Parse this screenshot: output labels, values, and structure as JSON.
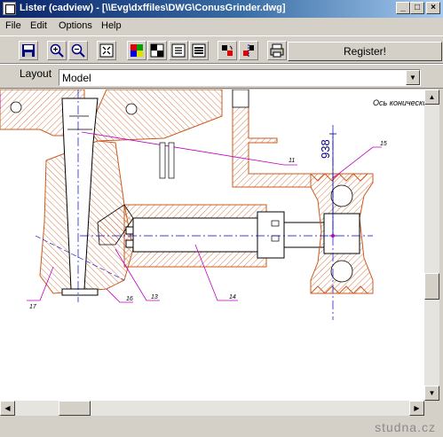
{
  "window": {
    "title": "Lister (cadview) - [\\\\Evg\\dxffiles\\DWG\\ConusGrinder.dwg]",
    "minimize": "_",
    "maximize": "□",
    "close": "×"
  },
  "menu": {
    "items": [
      {
        "label": "File"
      },
      {
        "label": "Edit"
      },
      {
        "label": "Options"
      },
      {
        "label": "Help"
      }
    ]
  },
  "toolbar": {
    "icons": [
      "save-icon",
      "zoom-in-icon",
      "zoom-out-icon",
      "fit-icon",
      "color-icon",
      "black-white-icon",
      "text-list-icon",
      "layers-list-icon",
      "rotate-icon",
      "mirror-icon",
      "print-icon"
    ],
    "register_label": "Register!"
  },
  "layoutbar": {
    "label": "Layout",
    "selected": "Model"
  },
  "drawing": {
    "callouts": [
      "11",
      "15",
      "14",
      "16",
      "13",
      "17"
    ],
    "dimension": "938",
    "title_fragment": "Ось коническо"
  },
  "watermark": "studna.cz",
  "colors": {
    "titlebar_start": "#0a246a",
    "titlebar_end": "#a6caf0",
    "drawing_lines": "#cc5a1e",
    "leader_lines": "#c000c0",
    "center_lines": "#0000cc"
  }
}
